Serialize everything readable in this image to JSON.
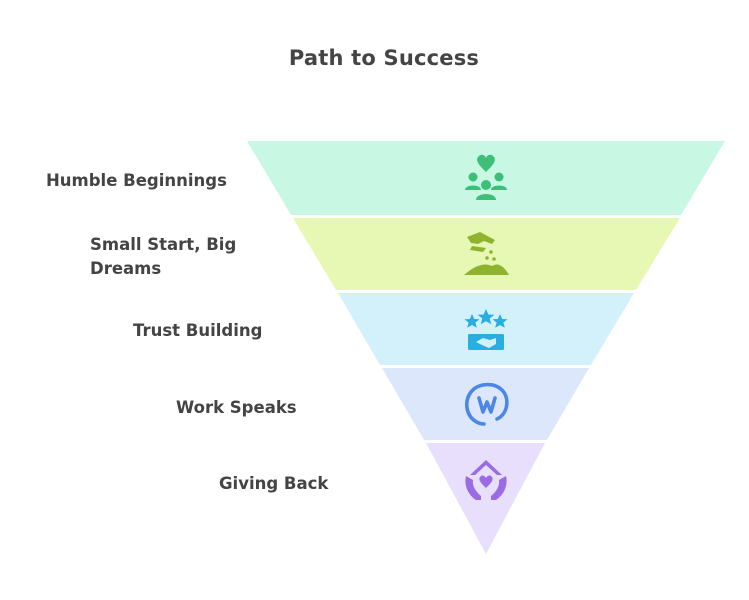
{
  "title": "Path to Success",
  "levels": [
    {
      "label": "Humble Beginnings",
      "icon": "community-heart-icon",
      "fill": "#c8f7e4",
      "icon_color": "#3dbf78"
    },
    {
      "label": "Small Start, Big Dreams",
      "icon": "hand-planting-seeds-icon",
      "fill": "#e6f8b4",
      "icon_color": "#8fb32e"
    },
    {
      "label": "Trust Building",
      "icon": "stars-handshake-icon",
      "fill": "#d2f1fb",
      "icon_color": "#2aaee0"
    },
    {
      "label": "Work Speaks",
      "icon": "letter-w-circle-icon",
      "fill": "#dde7fc",
      "icon_color": "#4b86e8"
    },
    {
      "label": "Giving Back",
      "icon": "hands-house-heart-icon",
      "fill": "#e7dffc",
      "icon_color": "#9b6be6"
    }
  ]
}
